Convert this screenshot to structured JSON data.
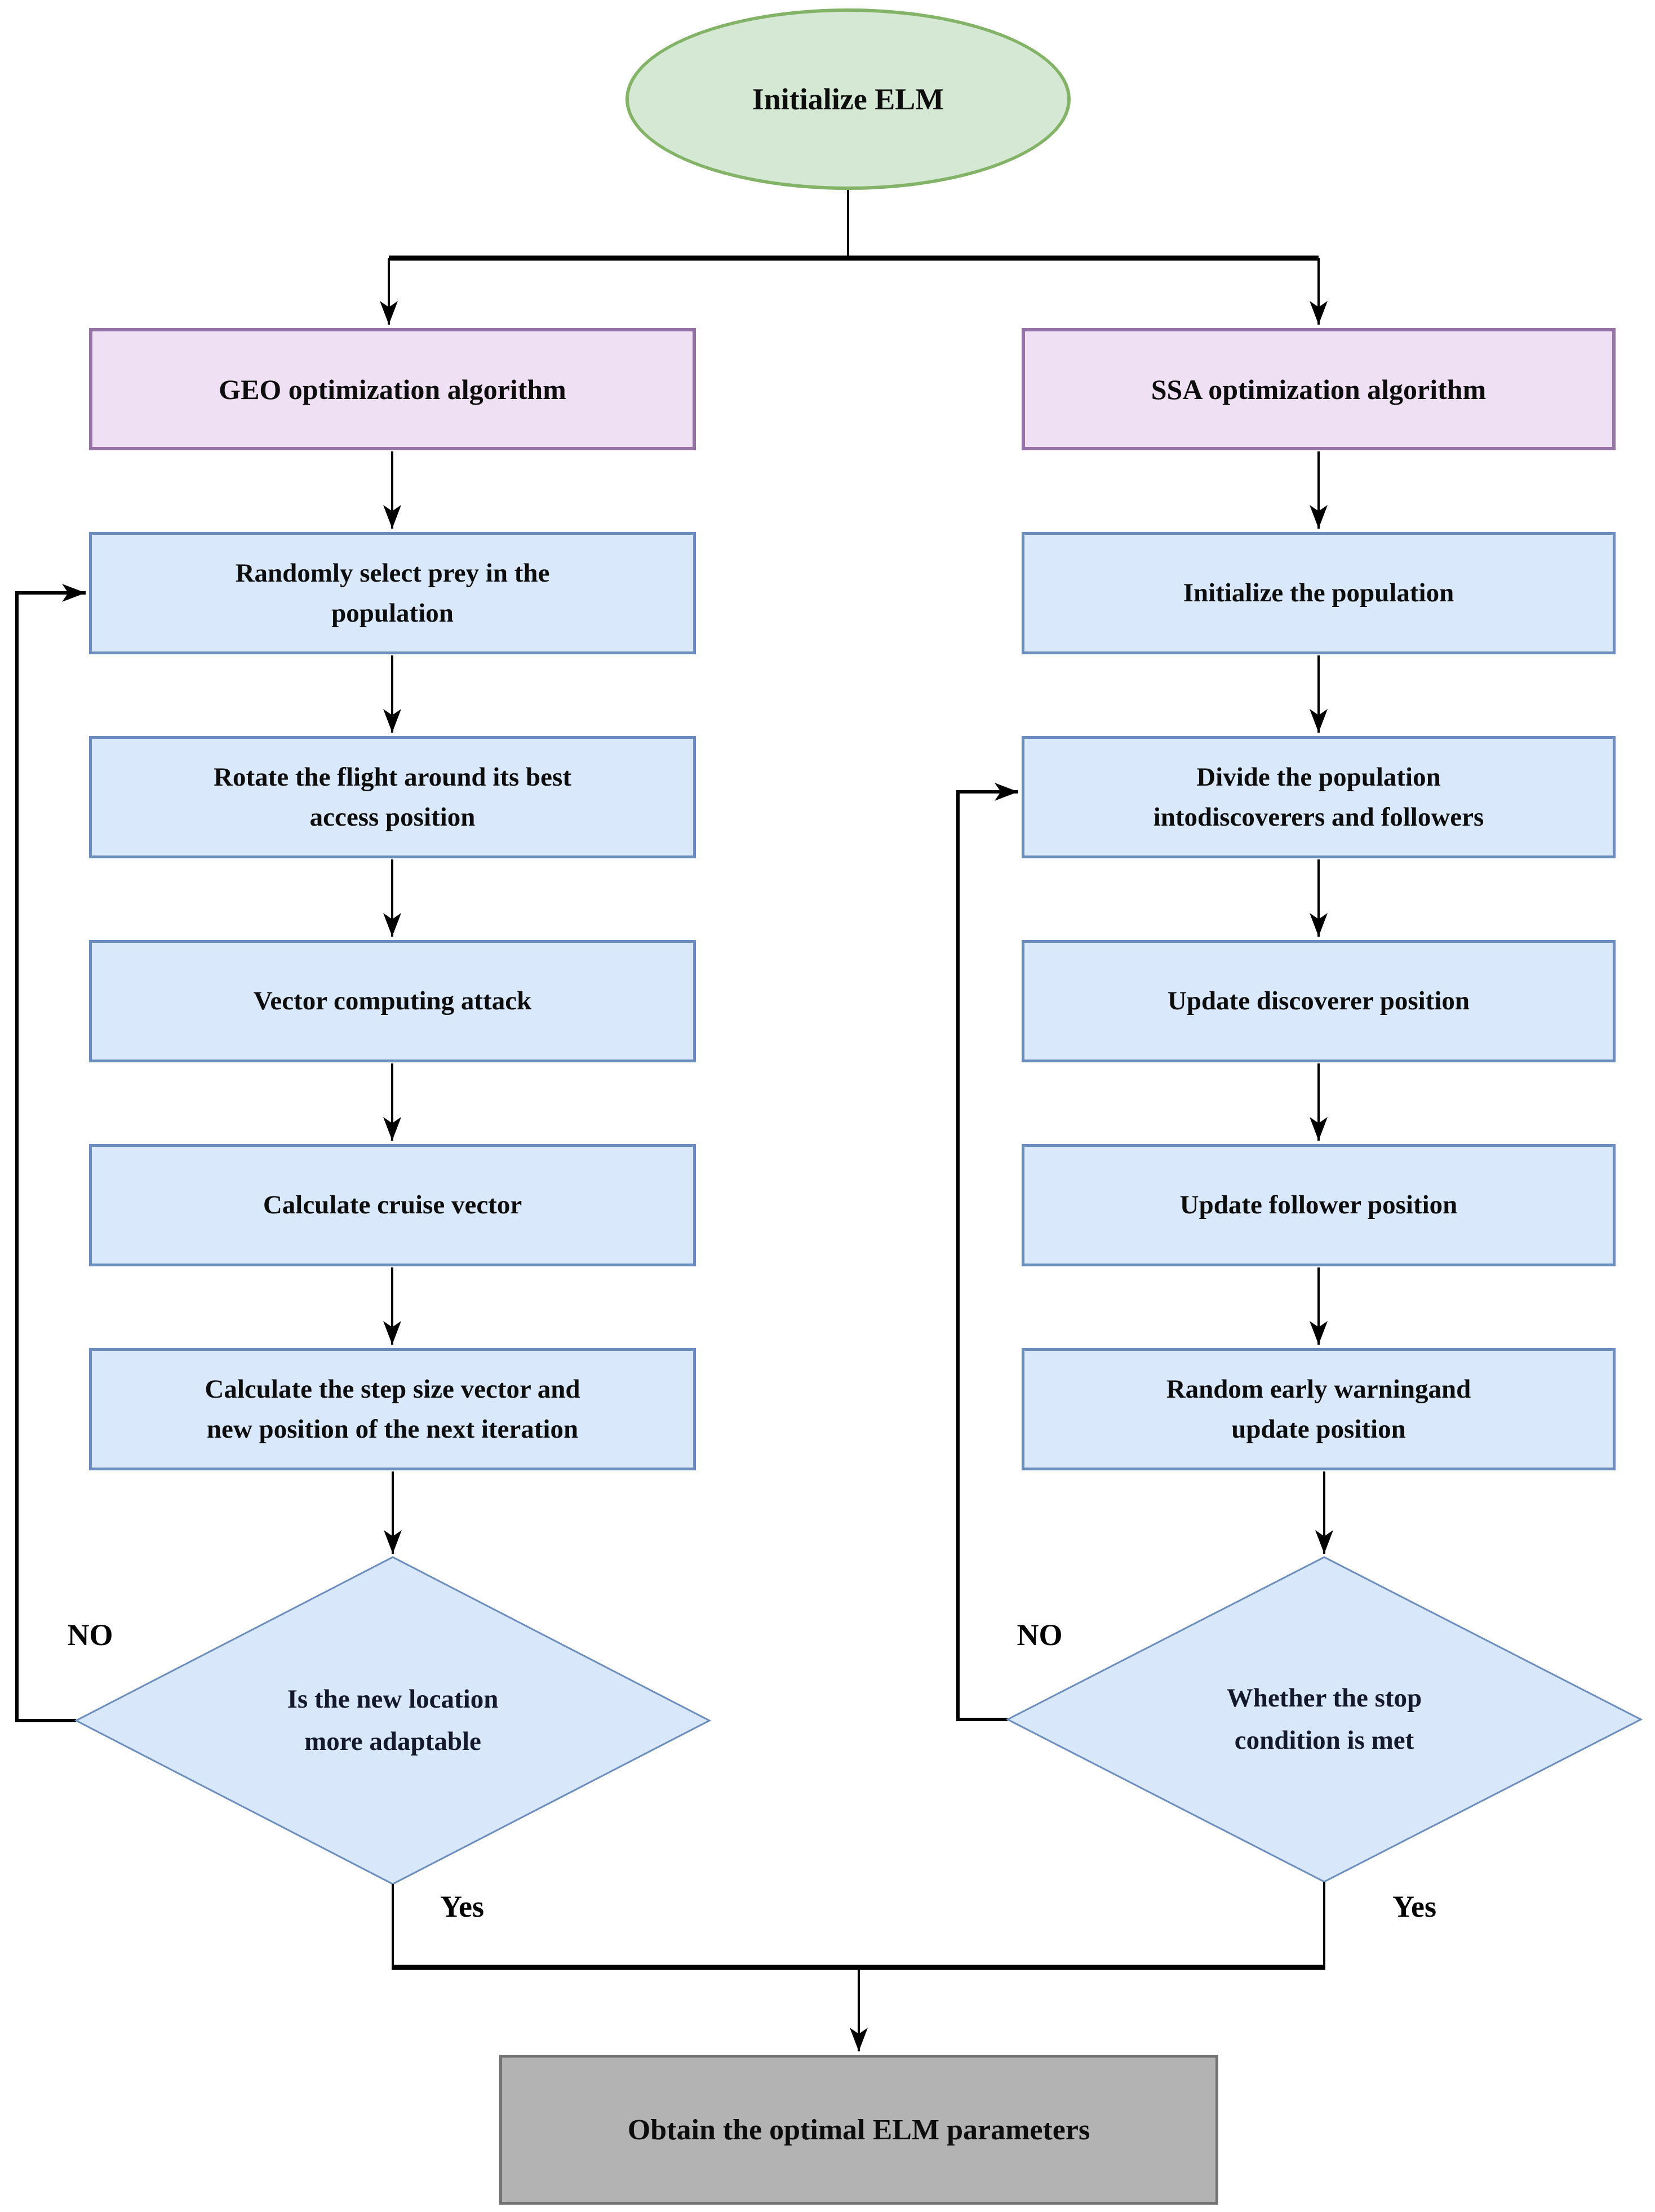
{
  "flowchart": {
    "start": {
      "label": "Initialize ELM"
    },
    "geo": {
      "header": "GEO optimization algorithm",
      "steps": [
        "Randomly select prey in the\npopulation",
        "Rotate the flight around its best\naccess position",
        "Vector computing attack",
        "Calculate cruise vector",
        "Calculate the step size vector and\nnew position of the next iteration"
      ],
      "decision": "Is the new location\nmore adaptable",
      "no_label": "NO",
      "yes_label": "Yes"
    },
    "ssa": {
      "header": "SSA optimization algorithm",
      "steps": [
        "Initialize the population",
        "Divide the population\nintodiscoverers and followers",
        "Update discoverer position",
        "Update follower position",
        "Random early warningand\nupdate position"
      ],
      "decision": "Whether the stop\ncondition is met",
      "no_label": "NO",
      "yes_label": "Yes"
    },
    "end": {
      "label": "Obtain the optimal ELM parameters"
    },
    "colors": {
      "start_fill": "#d5e8d4",
      "start_stroke": "#82b366",
      "header_fill": "#efe1f3",
      "header_stroke": "#9673a6",
      "step_fill": "#dae8fc",
      "step_stroke": "#6c8ebf",
      "decision_fill": "#d9e7fa",
      "decision_stroke": "#6c8ebf",
      "end_fill": "#b3b3b3",
      "end_stroke": "#737373",
      "edge_color": "#000000"
    }
  }
}
